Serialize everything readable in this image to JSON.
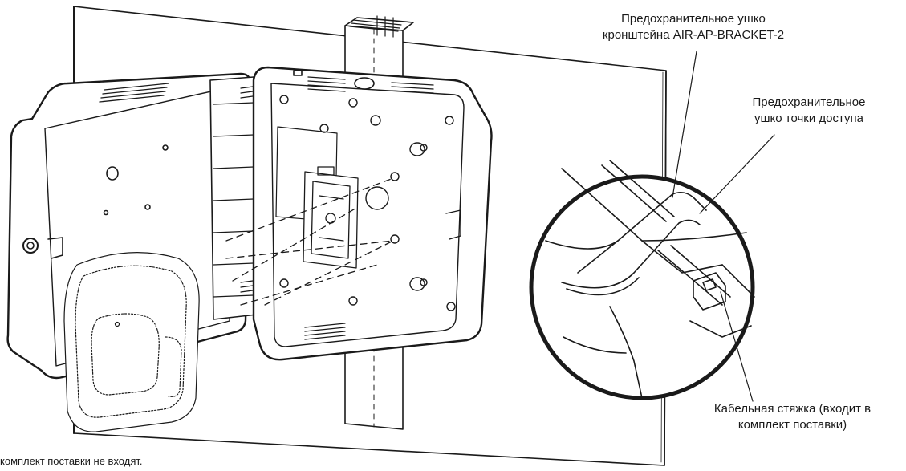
{
  "callouts": {
    "bracket_tab": {
      "line1": "Предохранительное ушко",
      "line2": "кронштейна AIR-AP-BRACKET-2"
    },
    "ap_tab": {
      "line1": "Предохранительное",
      "line2": "ушко точки доступа"
    },
    "cable_tie": {
      "line1": "Кабельная стяжка (входит в",
      "line2": "комплект поставки)"
    }
  },
  "footnote": "комплект поставки не входят.",
  "colors": {
    "line": "#1a1a1a",
    "background": "#ffffff",
    "hatch": "#3a3a3a"
  }
}
